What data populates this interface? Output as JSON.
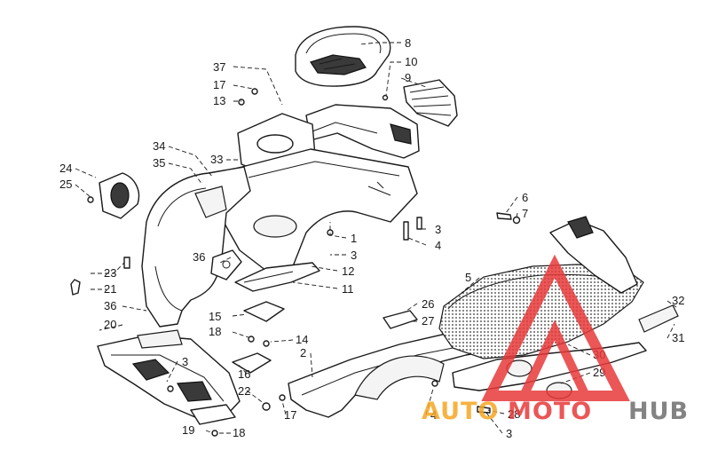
{
  "callouts": [
    {
      "id": "c1",
      "text": "1"
    },
    {
      "id": "c2",
      "text": "2"
    },
    {
      "id": "c3a",
      "text": "3"
    },
    {
      "id": "c3b",
      "text": "3"
    },
    {
      "id": "c3c",
      "text": "3"
    },
    {
      "id": "c3d",
      "text": "3"
    },
    {
      "id": "c4a",
      "text": "4"
    },
    {
      "id": "c4b",
      "text": "4"
    },
    {
      "id": "c5",
      "text": "5"
    },
    {
      "id": "c6",
      "text": "6"
    },
    {
      "id": "c7",
      "text": "7"
    },
    {
      "id": "c8",
      "text": "8"
    },
    {
      "id": "c9",
      "text": "9"
    },
    {
      "id": "c10",
      "text": "10"
    },
    {
      "id": "c11",
      "text": "11"
    },
    {
      "id": "c12",
      "text": "12"
    },
    {
      "id": "c13",
      "text": "13"
    },
    {
      "id": "c14",
      "text": "14"
    },
    {
      "id": "c15",
      "text": "15"
    },
    {
      "id": "c16",
      "text": "16"
    },
    {
      "id": "c17a",
      "text": "17"
    },
    {
      "id": "c17b",
      "text": "17"
    },
    {
      "id": "c18a",
      "text": "18"
    },
    {
      "id": "c18b",
      "text": "18"
    },
    {
      "id": "c19",
      "text": "19"
    },
    {
      "id": "c20",
      "text": "20"
    },
    {
      "id": "c21",
      "text": "21"
    },
    {
      "id": "c22",
      "text": "22"
    },
    {
      "id": "c23",
      "text": "23"
    },
    {
      "id": "c24",
      "text": "24"
    },
    {
      "id": "c25",
      "text": "25"
    },
    {
      "id": "c26",
      "text": "26"
    },
    {
      "id": "c27",
      "text": "27"
    },
    {
      "id": "c28",
      "text": "28"
    },
    {
      "id": "c29",
      "text": "29"
    },
    {
      "id": "c30",
      "text": "30"
    },
    {
      "id": "c31",
      "text": "31"
    },
    {
      "id": "c32",
      "text": "32"
    },
    {
      "id": "c33",
      "text": "33"
    },
    {
      "id": "c34",
      "text": "34"
    },
    {
      "id": "c35",
      "text": "35"
    },
    {
      "id": "c36a",
      "text": "36"
    },
    {
      "id": "c36b",
      "text": "36"
    },
    {
      "id": "c37",
      "text": "37"
    }
  ],
  "watermark": {
    "word_auto": "AUTO",
    "word_moto": "MOTO",
    "word_hub": "HUB",
    "color_red": "#e8393a",
    "color_orange": "#f5a623",
    "color_gray": "#6e6e6e"
  }
}
